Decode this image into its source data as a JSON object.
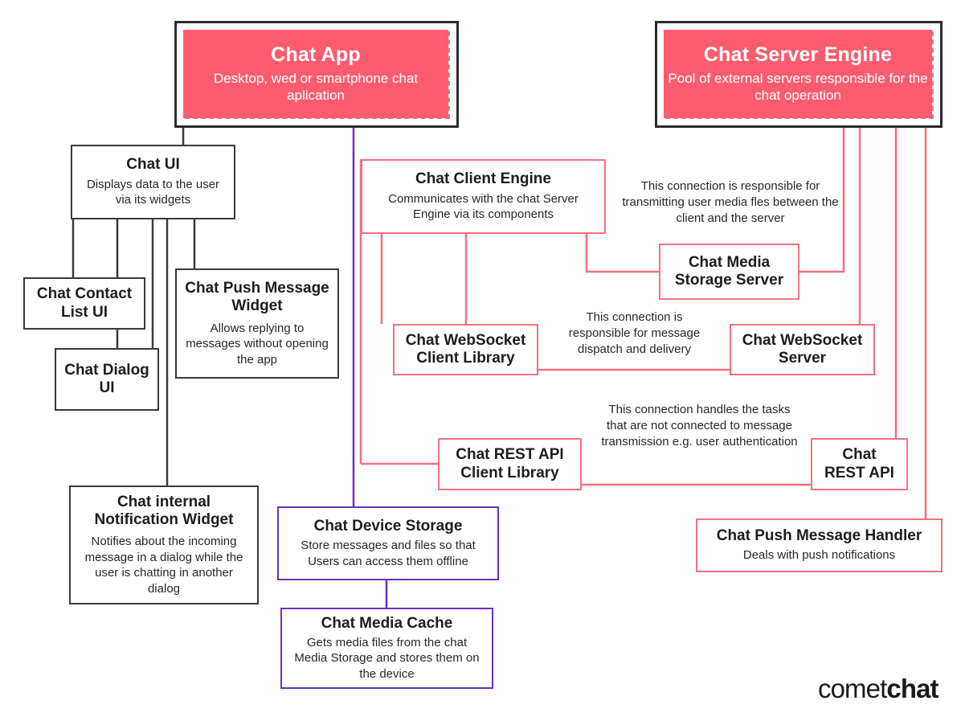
{
  "diagram": {
    "title": "CometChat chat architecture diagram",
    "colors": {
      "pink_fill": "#FB5C70",
      "pink_border": "#F4717F",
      "purple_border": "#6F2DBD",
      "dark_border": "#2B2B2D",
      "text": "#1D1D1F",
      "background": "#FFFFFF"
    }
  },
  "frames": {
    "chat_app": {
      "title": "Chat App",
      "desc": "Desktop, wed or smartphone chat aplication"
    },
    "chat_server_engine": {
      "title": "Chat Server Engine",
      "desc": "Pool of external servers responsible for the chat operation"
    }
  },
  "nodes": {
    "chat_ui": {
      "title": "Chat UI",
      "desc": "Displays data to the user via its widgets"
    },
    "chat_contact_list_ui": {
      "title": "Chat Contact List UI",
      "desc": ""
    },
    "chat_dialog_ui": {
      "title": "Chat Dialog UI",
      "desc": ""
    },
    "chat_push_message_widget": {
      "title": "Chat Push Message Widget",
      "desc": "Allows replying to messages without opening the app"
    },
    "chat_internal_notification_widget": {
      "title": "Chat internal Notification Widget",
      "desc": "Notifies about the incoming message in a dialog while the user is chatting in another dialog"
    },
    "chat_client_engine": {
      "title": "Chat Client Engine",
      "desc": "Communicates with the chat Server Engine via its components"
    },
    "chat_media_storage_server": {
      "title": "Chat Media Storage Server",
      "desc": ""
    },
    "chat_websocket_client_library": {
      "title": "Chat WebSocket Client Library",
      "desc": ""
    },
    "chat_websocket_server": {
      "title": "Chat WebSocket Server",
      "desc": ""
    },
    "chat_rest_api_client_library": {
      "title": "Chat REST API Client Library",
      "desc": ""
    },
    "chat_rest_api": {
      "title": "Chat REST API",
      "desc": ""
    },
    "chat_push_message_handler": {
      "title": "Chat Push Message Handler",
      "desc": "Deals with push notifications"
    },
    "chat_device_storage": {
      "title": "Chat Device Storage",
      "desc": "Store messages and files so that Users can access them offline"
    },
    "chat_media_cache": {
      "title": "Chat Media Cache",
      "desc": "Gets media files from the chat Media Storage and stores them on the device"
    }
  },
  "notes": {
    "media": "This connection is responsible for transmitting user media fles between the client and the server",
    "websocket": "This connection is responsible for message dispatch and delivery",
    "rest": "This connection handles the tasks that are not connected to message transmission e.g. user authentication"
  },
  "brand": {
    "light": "comet",
    "bold": "chat"
  }
}
